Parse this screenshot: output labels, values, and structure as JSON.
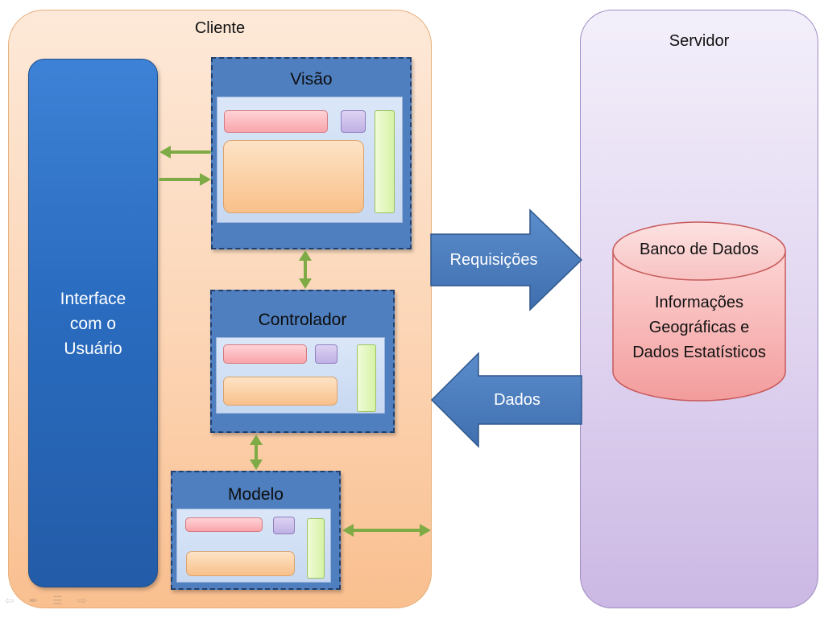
{
  "client": {
    "title": "Cliente"
  },
  "server": {
    "title": "Servidor"
  },
  "user_interface": {
    "lines": [
      "Interface",
      "com o",
      "Usuário"
    ]
  },
  "mvc": {
    "view": {
      "title": "Visão"
    },
    "controller": {
      "title": "Controlador"
    },
    "model": {
      "title": "Modelo"
    }
  },
  "arrows": {
    "requests": "Requisições",
    "data": "Dados"
  },
  "database": {
    "title": "Banco de Dados",
    "lines": [
      "Informações",
      "Geográficas e",
      "Dados Estatísticos"
    ]
  },
  "colors": {
    "connector_green": "#7eab45",
    "big_arrow_blue": "#4f7fbf",
    "db_red": "#f4a5a5"
  }
}
